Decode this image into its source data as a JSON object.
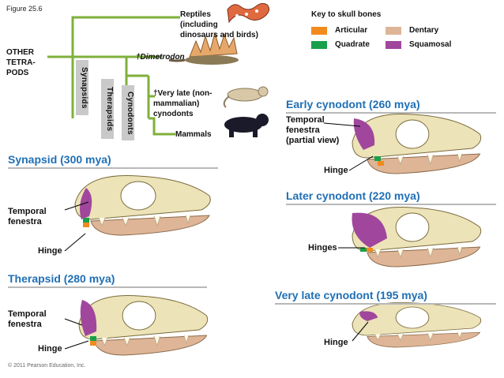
{
  "figure_label": "Figure 25.6",
  "tree": {
    "reptiles": "Reptiles\n(including\ndinosaurs and birds)",
    "other_tetrapods": "OTHER\nTETRA-\nPODS",
    "dimetrodon": "†Dimetrodon",
    "very_late": "†Very late (non-\nmammalian)\ncynodonts",
    "mammals": "Mammals",
    "synapsids": "Synapsids",
    "therapsids": "Therapsids",
    "cynodonts": "Cynodonts"
  },
  "key": {
    "title": "Key to skull bones",
    "items": [
      {
        "label": "Articular",
        "color": "#f28a1e"
      },
      {
        "label": "Dentary",
        "color": "#dfb597"
      },
      {
        "label": "Quadrate",
        "color": "#1aa04a"
      },
      {
        "label": "Squamosal",
        "color": "#a0479d"
      }
    ]
  },
  "panels": {
    "synapsid": {
      "title": "Synapsid (300 mya)",
      "temporal": "Temporal\nfenestra",
      "hinge": "Hinge"
    },
    "therapsid": {
      "title": "Therapsid (280 mya)",
      "temporal": "Temporal\nfenestra",
      "hinge": "Hinge"
    },
    "early": {
      "title": "Early cynodont (260 mya)",
      "temporal": "Temporal\nfenestra\n(partial view)",
      "hinge": "Hinge"
    },
    "later": {
      "title": "Later cynodont (220 mya)",
      "hinge": "Hinges"
    },
    "verylate": {
      "title": "Very late cynodont (195 mya)",
      "hinge": "Hinge"
    }
  },
  "copyright": "© 2011 Pearson Education, Inc."
}
